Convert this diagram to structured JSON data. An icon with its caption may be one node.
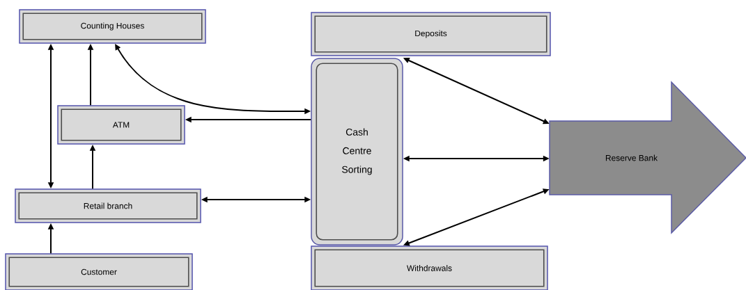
{
  "diagram": {
    "nodes": [
      {
        "text": [
          "Counting Houses"
        ]
      },
      {
        "text": [
          "Deposits"
        ]
      },
      {
        "text": [
          "ATM"
        ]
      },
      {
        "text": [
          "Cash Centre Sorting"
        ]
      },
      {
        "text": [
          "Reserve Bank"
        ]
      },
      {
        "text": [
          "Retail branch"
        ]
      },
      {
        "text": [
          "Customer"
        ]
      },
      {
        "text": [
          "Withdrawals"
        ]
      }
    ],
    "edges": [
      {
        "from": 0,
        "to": 5,
        "arrow": "both"
      },
      {
        "from": 2,
        "to": 0,
        "arrow": "to"
      },
      {
        "from": 5,
        "to": 2,
        "arrow": "to"
      },
      {
        "from": 6,
        "to": 5,
        "arrow": "to"
      },
      {
        "from": 3,
        "to": 0,
        "arrow": "both"
      },
      {
        "from": 3,
        "to": 2,
        "arrow": "to"
      },
      {
        "from": 5,
        "to": 3,
        "arrow": "both"
      },
      {
        "from": 3,
        "to": 4,
        "arrow": "both"
      },
      {
        "from": 3,
        "to": 4,
        "arrow": "both"
      },
      {
        "from": 3,
        "to": 4,
        "arrow": "both"
      }
    ]
  }
}
